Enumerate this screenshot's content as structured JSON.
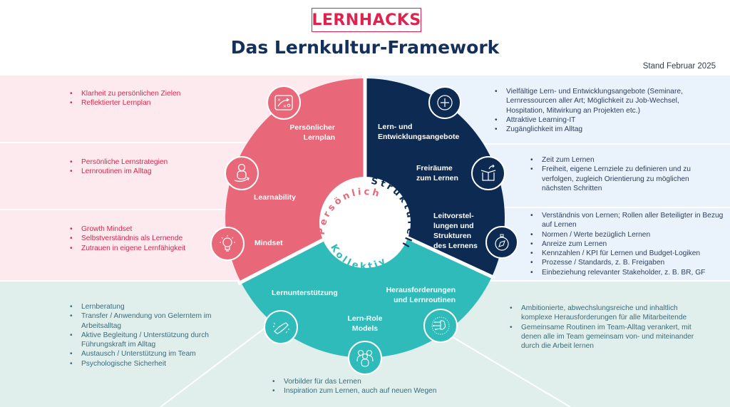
{
  "header": {
    "logo": "LERNHACKS",
    "title": "Das Lernkultur-Framework",
    "stand": "Stand Februar 2025"
  },
  "colors": {
    "pink": "#e8687a",
    "navy": "#0d2a52",
    "teal": "#2fbbba",
    "pink_bg": "#fdeaee",
    "blue_bg": "#eaf3fc",
    "teal_bg": "#e0efec",
    "logo_red": "#e0234e"
  },
  "dimensions": {
    "persoenlich": {
      "label": "Persönlich",
      "elements": [
        {
          "name": "Persönlicher Lernplan",
          "label_line1": "Persönlicher",
          "label_line2": "Lernplan",
          "icon": "strategy-board-icon",
          "bullets": [
            "Klarheit zu persönlichen Zielen",
            "Reflektierter Lernplan"
          ]
        },
        {
          "name": "Learnability",
          "label_line1": "Learnability",
          "icon": "person-growth-icon",
          "bullets": [
            "Persönliche Lernstrategien",
            "Lernroutinen im Alltag"
          ]
        },
        {
          "name": "Mindset",
          "label_line1": "Mindset",
          "icon": "lightbulb-icon",
          "bullets": [
            "Growth Mindset",
            "Selbstverständnis als Lernende",
            "Zutrauen in eigene Lernfähigkeit"
          ]
        }
      ]
    },
    "strukturell": {
      "label": "Strukturell",
      "elements": [
        {
          "name": "Lern- und Entwicklungsangebote",
          "label_line1": "Lern- und",
          "label_line2": "Entwicklungsangebote",
          "icon": "plus-circle-icon",
          "bullets": [
            "Vielfältige Lern- und Entwicklungsangebote (Seminare, Lernressourcen aller Art; Möglichkeit zu Job-Wechsel, Hospitation, Mitwirkung an Projekten etc.)",
            "Attraktive Learning-IT",
            "Zugänglichkeit im Alltag"
          ]
        },
        {
          "name": "Freiräume zum Lernen",
          "label_line1": "Freiräume",
          "label_line2": "zum Lernen",
          "icon": "open-box-icon",
          "bullets": [
            "Zeit zum Lernen",
            "Freiheit, eigene Lernziele zu definieren und zu verfolgen, zugleich Orientierung zu möglichen nächsten Schritten"
          ]
        },
        {
          "name": "Leitvorstellungen und Strukturen des Lernens",
          "label_line1": "Leitvorstel-",
          "label_line2": "lungen und",
          "label_line3": "Strukturen",
          "label_line4": "des Lernens",
          "icon": "compass-icon",
          "bullets": [
            "Verständnis von Lernen; Rollen aller Beteiligter in Bezug auf Lernen",
            "Normen / Werte bezüglich Lernen",
            "Anreize zum Lernen",
            "Kennzahlen / KPI für Lernen und Budget-Logiken",
            "Prozesse / Standards, z. B. Freigaben",
            "Einbeziehung relevanter Stakeholder, z. B. BR, GF"
          ]
        }
      ]
    },
    "kollektiv": {
      "label": "Kollektiv",
      "elements": [
        {
          "name": "Lernunterstützung",
          "label_line1": "Lernunterstützung",
          "icon": "handshake-icon",
          "bullets": [
            "Lernberatung",
            "Transfer / Anwendung von Gelerntem im Arbeitsalltag",
            "Aktive Begleitung / Unterstützung durch Führungskraft im Alltag",
            "Austausch / Unterstützung im Team",
            "Psychologische Sicherheit"
          ]
        },
        {
          "name": "Lern-Role Models",
          "label_line1": "Lern-Role",
          "label_line2": "Models",
          "icon": "group-people-icon",
          "bullets": [
            "Vorbilder für das Lernen",
            "Inspiration zum Lernen, auch auf neuen Wegen"
          ]
        },
        {
          "name": "Herausforderungen und Lernroutinen",
          "label_line1": "Herausforderungen",
          "label_line2": "und Lernroutinen",
          "icon": "brain-circuit-icon",
          "bullets": [
            "Ambitionierte, abwechslungsreiche und inhaltlich komplexe Herausforderungen für alle Mitarbeitende",
            "Gemeinsame Routinen im Team-Alltag verankert, mit denen alle im Team gemeinsam von- und miteinander durch die Arbeit lernen"
          ]
        }
      ]
    }
  }
}
